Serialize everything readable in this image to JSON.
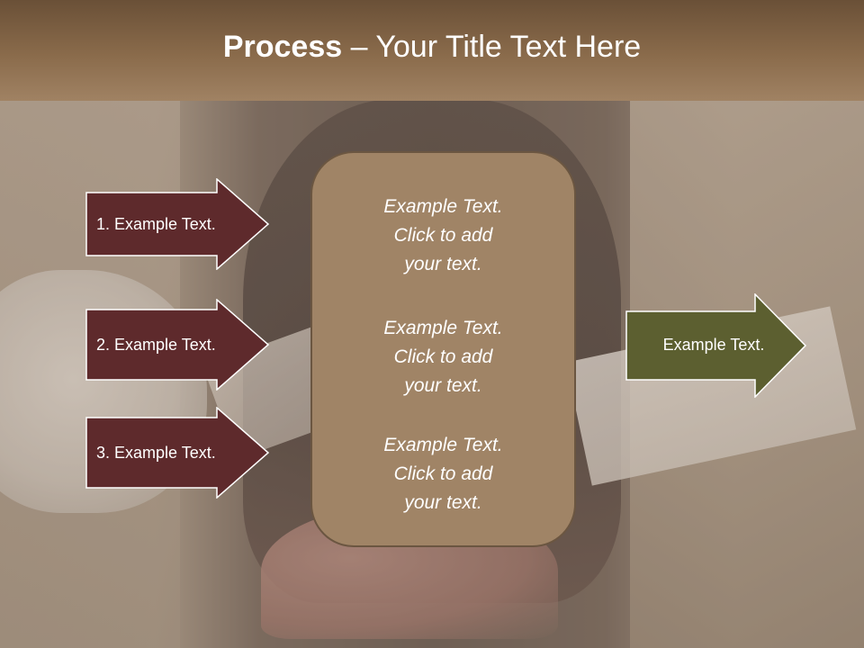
{
  "title": {
    "bold": "Process",
    "rest": " – Your Title Text Here"
  },
  "left_steps": [
    {
      "label": "1. Example Text."
    },
    {
      "label": "2. Example Text."
    },
    {
      "label": "3. Example Text."
    }
  ],
  "center_items": [
    {
      "text": "Example Text.\nClick  to add\nyour text."
    },
    {
      "text": "Example Text.\nClick  to add\nyour text."
    },
    {
      "text": "Example Text.\nClick  to add\nyour text."
    }
  ],
  "right_step": {
    "label": "Example Text."
  },
  "colors": {
    "title_band": "#8a6b4b",
    "left_arrow_fill": "#5e2a2c",
    "center_box_fill": "#a08466",
    "right_arrow_fill": "#5c5f30"
  }
}
